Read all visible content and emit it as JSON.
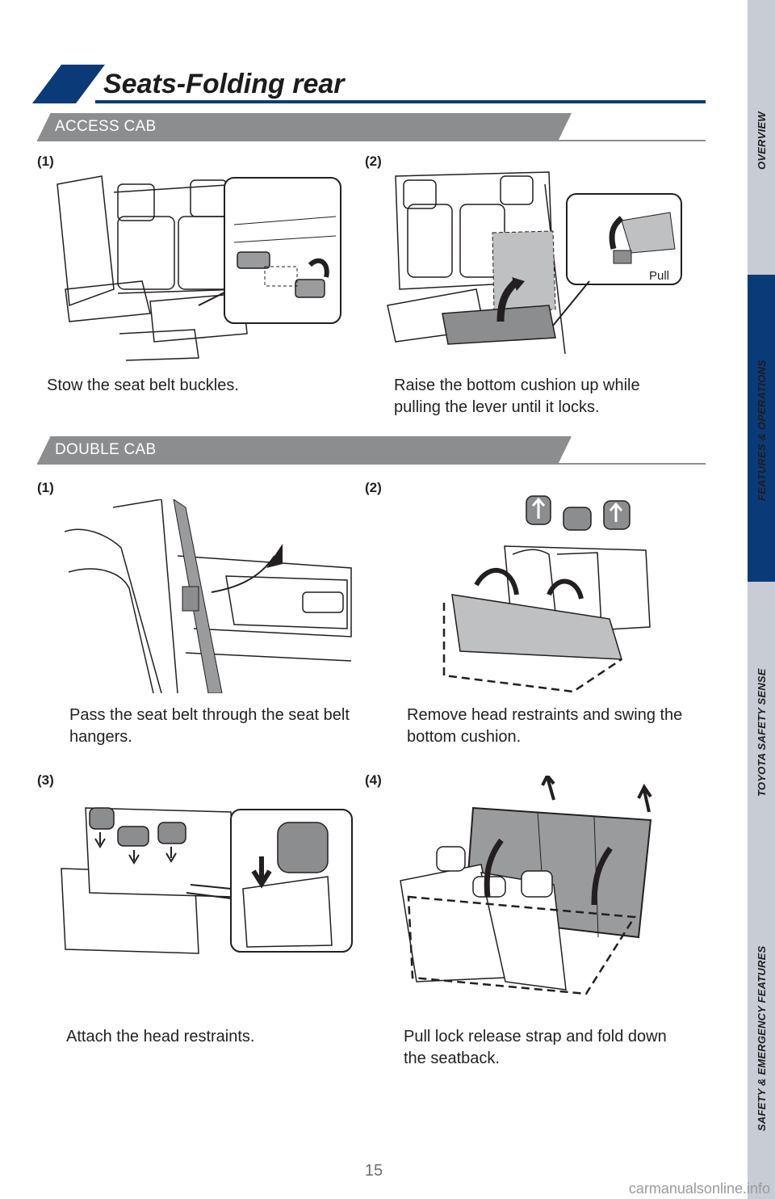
{
  "header": {
    "title": "Seats-Folding rear"
  },
  "sections": {
    "access_cab": {
      "label": "ACCESS CAB",
      "steps": [
        {
          "num": "(1)",
          "caption": "Stow the seat belt buckles."
        },
        {
          "num": "(2)",
          "caption": "Raise the bottom cushion up while pulling the lever until it locks.",
          "callout": "Pull"
        }
      ]
    },
    "double_cab": {
      "label": "DOUBLE CAB",
      "steps": [
        {
          "num": "(1)",
          "caption": "Pass the seat belt through the seat belt hangers."
        },
        {
          "num": "(2)",
          "caption": "Remove head restraints and swing the bottom cushion."
        },
        {
          "num": "(3)",
          "caption": "Attach the head restraints."
        },
        {
          "num": "(4)",
          "caption": "Pull lock release strap and fold down the seatback."
        }
      ]
    }
  },
  "side_tabs": [
    {
      "label": "OVERVIEW",
      "active": false
    },
    {
      "label": "FEATURES & OPERATIONS",
      "active": true
    },
    {
      "label": "TOYOTA SAFETY SENSE",
      "active": false
    },
    {
      "label": "SAFETY & EMERGENCY FEATURES",
      "active": false
    }
  ],
  "footer": {
    "page_number": "15",
    "watermark": "carmanualsonline.info"
  },
  "colors": {
    "brand_navy": "#0b3a78",
    "section_gray": "#8c8d8f",
    "tab_gray": "#c8ccd4"
  }
}
